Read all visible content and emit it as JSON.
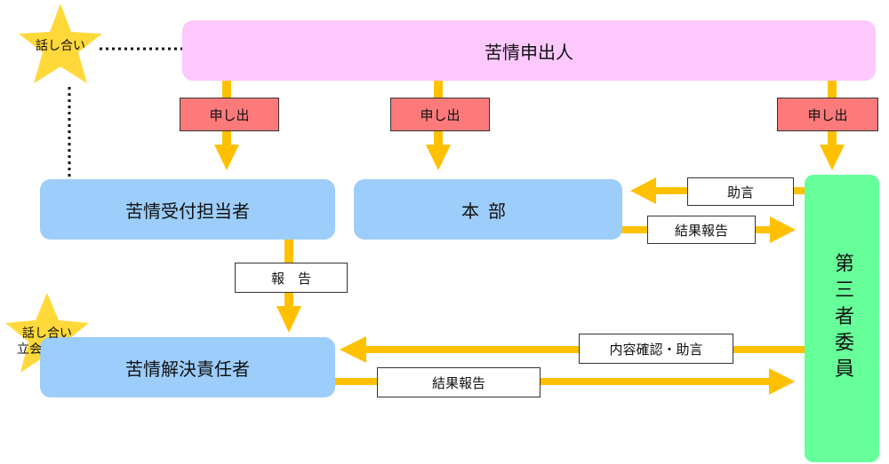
{
  "nodes": {
    "complainant": "苦情申出人",
    "reception": "苦情受付担当者",
    "headquarters": "本部",
    "resolver": "苦情解決責任者",
    "third_party": "第三者委員"
  },
  "tags": {
    "submit_left": "申し出",
    "submit_center": "申し出",
    "submit_right": "申し出"
  },
  "labels": {
    "report": "報　告",
    "advice_to_hq": "助言",
    "hq_result_report": "結果報告",
    "confirm_advice": "内容確認・助言",
    "resolver_result_report": "結果報告"
  },
  "stars": {
    "top": "話し合い",
    "bottom_line1": "話し合い",
    "bottom_line2": "立会"
  },
  "colors": {
    "arrow": "#ffc000",
    "complainant_fill": "#fdc8fd",
    "staff_fill": "#9dcdfb",
    "third_party_fill": "#66ff99",
    "submit_tag_fill": "#fd7a7a",
    "star_fill": "#ffd83a"
  }
}
